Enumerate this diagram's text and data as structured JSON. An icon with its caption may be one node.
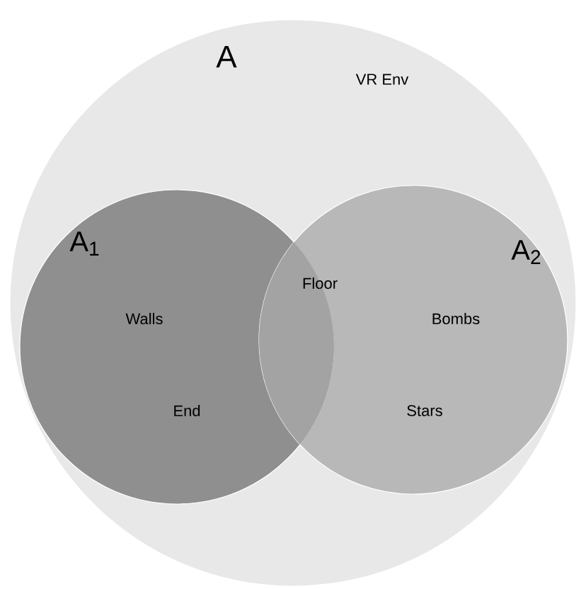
{
  "diagram": {
    "nodes": [
      {
        "text": [
          "A",
          "VR Env"
        ]
      },
      {
        "text": [
          "A$_{1}$",
          "Walls",
          "End"
        ],
        "in": 0
      },
      {
        "text": [
          "A$_{2}$",
          "Bombs",
          "Stars"
        ],
        "in": 0
      }
    ],
    "labels": [
      "Floor"
    ]
  }
}
